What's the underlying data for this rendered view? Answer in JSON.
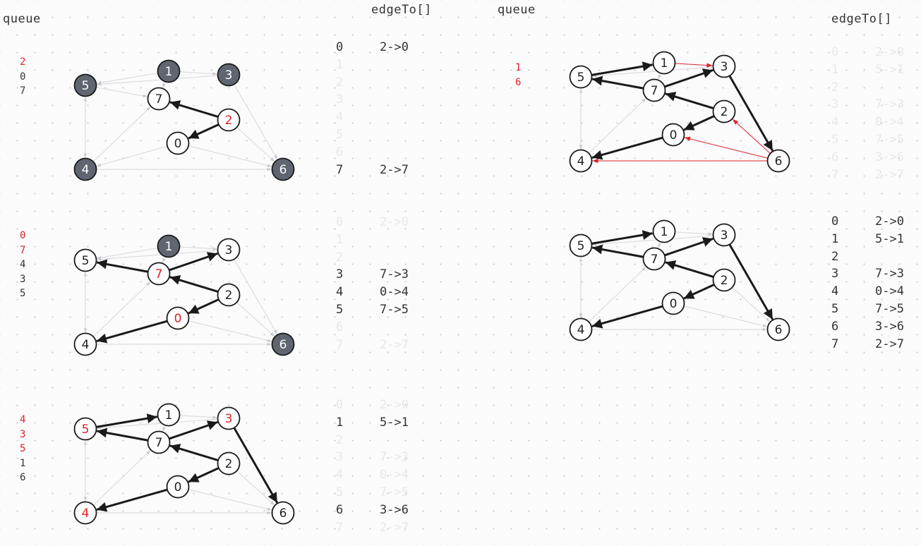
{
  "headers": {
    "queue_left": "queue",
    "edge_left": "edgeTo[]",
    "queue_right": "queue",
    "edge_right": "edgeTo[]"
  },
  "colors": {
    "highlight": "#e0202b",
    "marked_fill": "#ffffff",
    "unmarked_fill": "#5f6670",
    "tree_edge": "#1a1a1a",
    "faint_edge": "#dcdde2",
    "faint_text": "#e7e8ec",
    "text": "#333333"
  },
  "graph": {
    "vertices": [
      "0",
      "1",
      "2",
      "3",
      "4",
      "5",
      "6",
      "7"
    ],
    "edges": [
      [
        "0",
        "2"
      ],
      [
        "0",
        "4"
      ],
      [
        "0",
        "6"
      ],
      [
        "1",
        "5"
      ],
      [
        "1",
        "3"
      ],
      [
        "1",
        "7"
      ],
      [
        "3",
        "6"
      ],
      [
        "3",
        "5"
      ],
      [
        "4",
        "7"
      ],
      [
        "4",
        "5"
      ],
      [
        "4",
        "6"
      ],
      [
        "5",
        "7"
      ],
      [
        "5",
        "4"
      ],
      [
        "7",
        "2"
      ],
      [
        "2",
        "6"
      ]
    ]
  },
  "panels": [
    {
      "id": "step-1",
      "queue": [
        {
          "v": "2",
          "hl": true
        },
        {
          "v": "0",
          "hl": false
        },
        {
          "v": "7",
          "hl": false
        }
      ],
      "marked": [
        "0",
        "2",
        "7"
      ],
      "red_labels": [
        "2"
      ],
      "tree_edges": [
        [
          "2",
          "7"
        ],
        [
          "2",
          "0"
        ]
      ],
      "red_edges": [],
      "edgeTo": [
        {
          "v": "0",
          "e": "2->0",
          "state": "on"
        },
        {
          "v": "1",
          "e": "",
          "state": "dim"
        },
        {
          "v": "2",
          "e": "",
          "state": "dim"
        },
        {
          "v": "3",
          "e": "",
          "state": "dim"
        },
        {
          "v": "4",
          "e": "",
          "state": "dim"
        },
        {
          "v": "5",
          "e": "",
          "state": "dim"
        },
        {
          "v": "6",
          "e": "",
          "state": "dim"
        },
        {
          "v": "7",
          "e": "2->7",
          "state": "on"
        }
      ]
    },
    {
      "id": "step-2",
      "queue": [
        {
          "v": "0",
          "hl": true
        },
        {
          "v": "7",
          "hl": true
        },
        {
          "v": "4",
          "hl": false
        },
        {
          "v": "3",
          "hl": false
        },
        {
          "v": "5",
          "hl": false
        }
      ],
      "marked": [
        "0",
        "2",
        "3",
        "4",
        "5",
        "7"
      ],
      "red_labels": [
        "0",
        "7"
      ],
      "tree_edges": [
        [
          "2",
          "7"
        ],
        [
          "2",
          "0"
        ],
        [
          "7",
          "5"
        ],
        [
          "7",
          "3"
        ],
        [
          "0",
          "4"
        ]
      ],
      "red_edges": [],
      "edgeTo": [
        {
          "v": "0",
          "e": "2->0",
          "state": "dim"
        },
        {
          "v": "1",
          "e": "",
          "state": "dim"
        },
        {
          "v": "2",
          "e": "",
          "state": "dim"
        },
        {
          "v": "3",
          "e": "7->3",
          "state": "on"
        },
        {
          "v": "4",
          "e": "0->4",
          "state": "on"
        },
        {
          "v": "5",
          "e": "7->5",
          "state": "on"
        },
        {
          "v": "6",
          "e": "",
          "state": "dim"
        },
        {
          "v": "7",
          "e": "2->7",
          "state": "dim"
        }
      ]
    },
    {
      "id": "step-3",
      "queue": [
        {
          "v": "4",
          "hl": true
        },
        {
          "v": "3",
          "hl": true
        },
        {
          "v": "5",
          "hl": true
        },
        {
          "v": "1",
          "hl": false
        },
        {
          "v": "6",
          "hl": false
        }
      ],
      "marked": [
        "0",
        "1",
        "2",
        "3",
        "4",
        "5",
        "6",
        "7"
      ],
      "red_labels": [
        "4",
        "3",
        "5"
      ],
      "tree_edges": [
        [
          "2",
          "7"
        ],
        [
          "2",
          "0"
        ],
        [
          "7",
          "5"
        ],
        [
          "7",
          "3"
        ],
        [
          "0",
          "4"
        ],
        [
          "5",
          "1"
        ],
        [
          "3",
          "6"
        ]
      ],
      "red_edges": [],
      "edgeTo": [
        {
          "v": "0",
          "e": "2->0",
          "state": "dim"
        },
        {
          "v": "1",
          "e": "5->1",
          "state": "on"
        },
        {
          "v": "2",
          "e": "",
          "state": "dim"
        },
        {
          "v": "3",
          "e": "7->3",
          "state": "dim"
        },
        {
          "v": "4",
          "e": "0->4",
          "state": "dim"
        },
        {
          "v": "5",
          "e": "7->5",
          "state": "dim"
        },
        {
          "v": "6",
          "e": "3->6",
          "state": "on"
        },
        {
          "v": "7",
          "e": "2->7",
          "state": "dim"
        }
      ]
    },
    {
      "id": "step-4",
      "queue": [
        {
          "v": "1",
          "hl": true
        },
        {
          "v": "6",
          "hl": true
        }
      ],
      "marked": [
        "0",
        "1",
        "2",
        "3",
        "4",
        "5",
        "6",
        "7"
      ],
      "red_labels": [],
      "tree_edges": [
        [
          "2",
          "7"
        ],
        [
          "2",
          "0"
        ],
        [
          "7",
          "5"
        ],
        [
          "7",
          "3"
        ],
        [
          "0",
          "4"
        ],
        [
          "5",
          "1"
        ],
        [
          "3",
          "6"
        ]
      ],
      "red_edges": [
        [
          "1",
          "3"
        ],
        [
          "6",
          "0"
        ],
        [
          "6",
          "2"
        ],
        [
          "6",
          "4"
        ]
      ],
      "edgeTo": [
        {
          "v": "0",
          "e": "2->0",
          "state": "dim"
        },
        {
          "v": "1",
          "e": "5->1",
          "state": "dim"
        },
        {
          "v": "2",
          "e": "",
          "state": "dim"
        },
        {
          "v": "3",
          "e": "7->3",
          "state": "dim"
        },
        {
          "v": "4",
          "e": "0->4",
          "state": "dim"
        },
        {
          "v": "5",
          "e": "7->5",
          "state": "dim"
        },
        {
          "v": "6",
          "e": "3->6",
          "state": "dim"
        },
        {
          "v": "7",
          "e": "2->7",
          "state": "dim"
        }
      ]
    },
    {
      "id": "final",
      "queue": [],
      "marked": [
        "0",
        "1",
        "2",
        "3",
        "4",
        "5",
        "6",
        "7"
      ],
      "red_labels": [],
      "tree_edges": [
        [
          "2",
          "7"
        ],
        [
          "2",
          "0"
        ],
        [
          "7",
          "5"
        ],
        [
          "7",
          "3"
        ],
        [
          "0",
          "4"
        ],
        [
          "5",
          "1"
        ],
        [
          "3",
          "6"
        ]
      ],
      "red_edges": [],
      "edgeTo": [
        {
          "v": "0",
          "e": "2->0",
          "state": "on"
        },
        {
          "v": "1",
          "e": "5->1",
          "state": "on"
        },
        {
          "v": "2",
          "e": "",
          "state": "on"
        },
        {
          "v": "3",
          "e": "7->3",
          "state": "on"
        },
        {
          "v": "4",
          "e": "0->4",
          "state": "on"
        },
        {
          "v": "5",
          "e": "7->5",
          "state": "on"
        },
        {
          "v": "6",
          "e": "3->6",
          "state": "on"
        },
        {
          "v": "7",
          "e": "2->7",
          "state": "on"
        }
      ]
    }
  ]
}
